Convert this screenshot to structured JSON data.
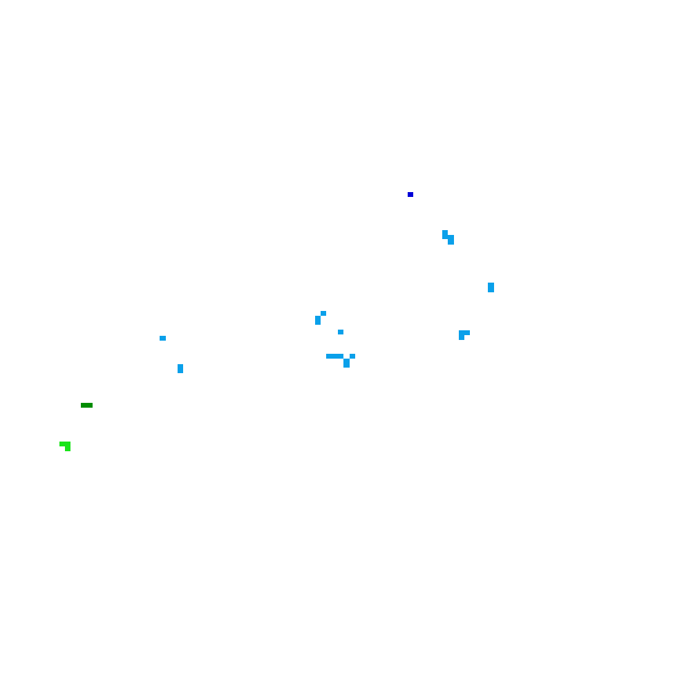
{
  "colors": {
    "background": "#ffffff",
    "dark_blue": "#0000d8",
    "light_blue": "#0aa0ea",
    "dark_green": "#008c00",
    "bright_green": "#18e418"
  },
  "clusters": [
    {
      "name": "dark-blue-cluster",
      "color": "dark_blue"
    },
    {
      "name": "light-blue-cluster-a",
      "color": "light_blue"
    },
    {
      "name": "light-blue-cluster-b",
      "color": "light_blue"
    },
    {
      "name": "light-blue-cluster-c",
      "color": "light_blue"
    },
    {
      "name": "light-blue-cluster-d",
      "color": "light_blue"
    },
    {
      "name": "light-blue-cluster-e",
      "color": "light_blue"
    },
    {
      "name": "light-blue-cluster-f",
      "color": "light_blue"
    },
    {
      "name": "light-blue-cluster-g",
      "color": "light_blue"
    },
    {
      "name": "light-blue-cluster-h",
      "color": "light_blue"
    },
    {
      "name": "dark-green-cluster",
      "color": "dark_green"
    },
    {
      "name": "bright-green-cluster",
      "color": "bright_green"
    }
  ]
}
